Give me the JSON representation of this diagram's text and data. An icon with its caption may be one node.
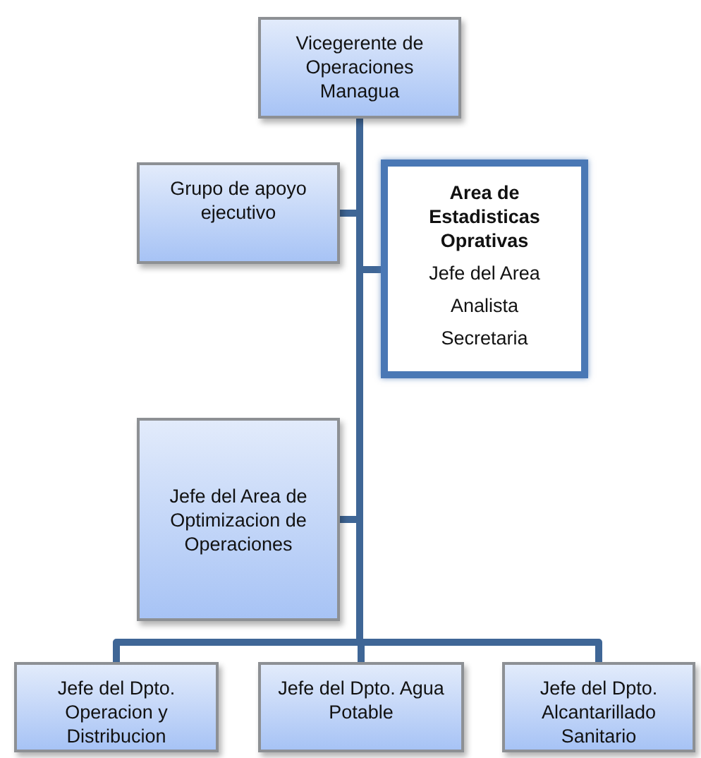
{
  "diagram": {
    "nodes": [
      {
        "text": [
          "Vicegerente de Operaciones Managua"
        ]
      },
      {
        "text": [
          "Grupo de apoyo ejecutivo"
        ]
      },
      {
        "text": [
          "Area de Estadisticas Oprativas",
          "Jefe del Area",
          "Analista",
          "Secretaria"
        ]
      },
      {
        "text": [
          "Jefe del Area de Optimizacion de Operaciones"
        ]
      },
      {
        "text": [
          "Jefe del Dpto. Operacion y Distribucion"
        ]
      },
      {
        "text": [
          "Jefe del Dpto. Agua Potable"
        ]
      },
      {
        "text": [
          "Jefe del Dpto. Alcantarillado Sanitario"
        ]
      }
    ],
    "edges": [
      {
        "from": 0,
        "to": 1,
        "arrow": "none"
      },
      {
        "from": 0,
        "to": 2,
        "arrow": "none"
      },
      {
        "from": 0,
        "to": 3,
        "arrow": "none"
      },
      {
        "from": 0,
        "to": 4,
        "arrow": "none"
      },
      {
        "from": 0,
        "to": 5,
        "arrow": "none"
      },
      {
        "from": 0,
        "to": 6,
        "arrow": "none"
      }
    ]
  }
}
